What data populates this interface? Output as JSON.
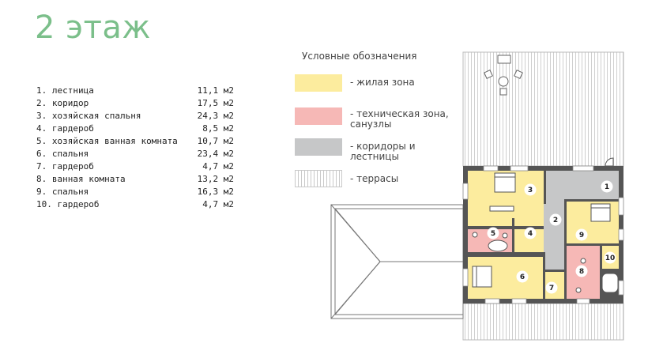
{
  "title": "2 этаж",
  "rooms": [
    {
      "label": "1. лестница",
      "area": "11,1 м2"
    },
    {
      "label": "2. коридор",
      "area": "17,5 м2"
    },
    {
      "label": "3. хозяйская спальня",
      "area": "24,3 м2"
    },
    {
      "label": "4. гардероб",
      "area": "8,5 м2"
    },
    {
      "label": "5. хозяйская ванная комната",
      "area": "10,7 м2"
    },
    {
      "label": "6. спальня",
      "area": "23,4 м2"
    },
    {
      "label": "7. гардероб",
      "area": "4,7 м2"
    },
    {
      "label": "8. ванная комната",
      "area": "13,2 м2"
    },
    {
      "label": "9. спальня",
      "area": "16,3 м2"
    },
    {
      "label": "10. гардероб",
      "area": "4,7 м2"
    }
  ],
  "legend": {
    "title": "Условные обозначения",
    "items": [
      {
        "label": "- жилая зона",
        "color": "#fcec9e"
      },
      {
        "label": "- техническая зона, санузлы",
        "color": "#f6b8b6"
      },
      {
        "label": "- коридоры и лестницы",
        "color": "#c6c7c8"
      },
      {
        "label": "- террасы",
        "color": "hatch"
      }
    ]
  },
  "plan": {
    "room_numbers": [
      "1",
      "2",
      "3",
      "4",
      "5",
      "6",
      "7",
      "8",
      "9",
      "10"
    ]
  },
  "colors": {
    "title": "#7bbf8a",
    "living": "#fcec9e",
    "technical": "#f6b8b6",
    "corridor": "#c6c7c8",
    "wall": "#555555"
  }
}
